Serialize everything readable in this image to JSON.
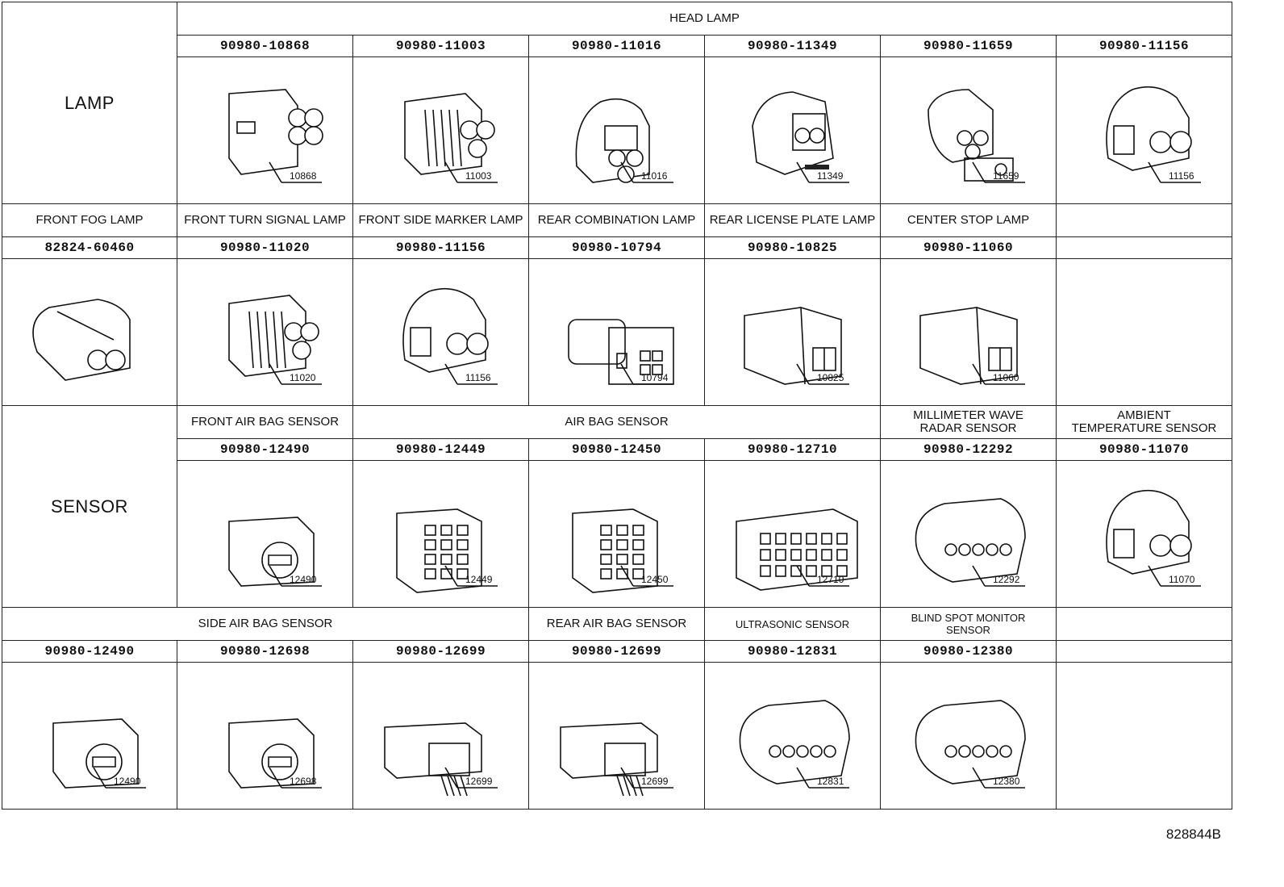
{
  "lamp": {
    "category": "LAMP",
    "head_lamp_label": "HEAD LAMP",
    "row1": [
      {
        "part": "90980-10868",
        "callout": "10868",
        "icon": "four-pin-round-connector"
      },
      {
        "part": "90980-11003",
        "callout": "11003",
        "icon": "three-pin-round-connector"
      },
      {
        "part": "90980-11016",
        "callout": "11016",
        "icon": "three-pin-hood-connector"
      },
      {
        "part": "90980-11349",
        "callout": "11349",
        "icon": "three-pin-clip-connector"
      },
      {
        "part": "90980-11659",
        "callout": "11659",
        "icon": "three-pin-latch-connector"
      },
      {
        "part": "90980-11156",
        "callout": "11156",
        "icon": "two-pin-hood-connector"
      }
    ],
    "row2": [
      {
        "label": "FRONT FOG  LAMP",
        "part": "82824-60460",
        "callout": "",
        "icon": "two-pin-round-connector"
      },
      {
        "label": "FRONT TURN SIGNAL LAMP",
        "part": "90980-11020",
        "callout": "11020",
        "icon": "three-pin-round-connector"
      },
      {
        "label": "FRONT SIDE MARKER LAMP",
        "part": "90980-11156",
        "callout": "11156",
        "icon": "two-pin-hood-connector"
      },
      {
        "label": "REAR COMBINATION LAMP",
        "part": "90980-10794",
        "callout": "10794",
        "icon": "multi-pin-box-connector"
      },
      {
        "label": "REAR LICENSE PLATE LAMP",
        "part": "90980-10825",
        "callout": "10825",
        "icon": "two-pin-box-connector"
      },
      {
        "label": "CENTER STOP LAMP",
        "part": "90980-11060",
        "callout": "11060",
        "icon": "two-pin-box-connector"
      },
      {
        "label": "",
        "part": "",
        "callout": "",
        "icon": ""
      }
    ]
  },
  "sensor": {
    "category": "SENSOR",
    "row1": [
      {
        "label": "FRONT AIR BAG SENSOR",
        "part": "90980-12490",
        "callout": "12490",
        "icon": "airbag-squib-connector"
      },
      {
        "part": "90980-12449",
        "callout": "12449",
        "icon": "grid-block-connector"
      },
      {
        "part": "90980-12450",
        "callout": "12450",
        "icon": "grid-block-connector"
      },
      {
        "part": "90980-12710",
        "callout": "12710",
        "icon": "wide-grid-block-connector"
      },
      {
        "label": "MILLIMETER WAVE\nRADAR SENSOR",
        "part": "90980-12292",
        "callout": "12292",
        "icon": "multi-pin-round-connector"
      },
      {
        "label": "AMBIENT\nTEMPERATURE SENSOR",
        "part": "90980-11070",
        "callout": "11070",
        "icon": "two-pin-hood-connector"
      }
    ],
    "air_bag_sensor_label": "AIR BAG SENSOR",
    "row2": {
      "side_air_bag_label": "SIDE AIR BAG SENSOR",
      "rear_air_bag_label": "REAR AIR BAG SENSOR",
      "ultrasonic_label": "ULTRASONIC SENSOR",
      "blind_spot_label": "BLIND SPOT MONITOR\nSENSOR",
      "items": [
        {
          "part": "90980-12490",
          "callout": "12490",
          "icon": "airbag-squib-connector"
        },
        {
          "part": "90980-12698",
          "callout": "12698",
          "icon": "airbag-squib-connector"
        },
        {
          "part": "90980-12699",
          "callout": "12699",
          "icon": "wire-lead-connector"
        },
        {
          "part": "90980-12699",
          "callout": "12699",
          "icon": "wire-lead-connector"
        },
        {
          "part": "90980-12831",
          "callout": "12831",
          "icon": "multi-pin-round-connector"
        },
        {
          "part": "90980-12380",
          "callout": "12380",
          "icon": "multi-pin-round-connector"
        },
        {
          "part": "",
          "callout": "",
          "icon": ""
        }
      ]
    }
  },
  "drawing_id": "828844B"
}
